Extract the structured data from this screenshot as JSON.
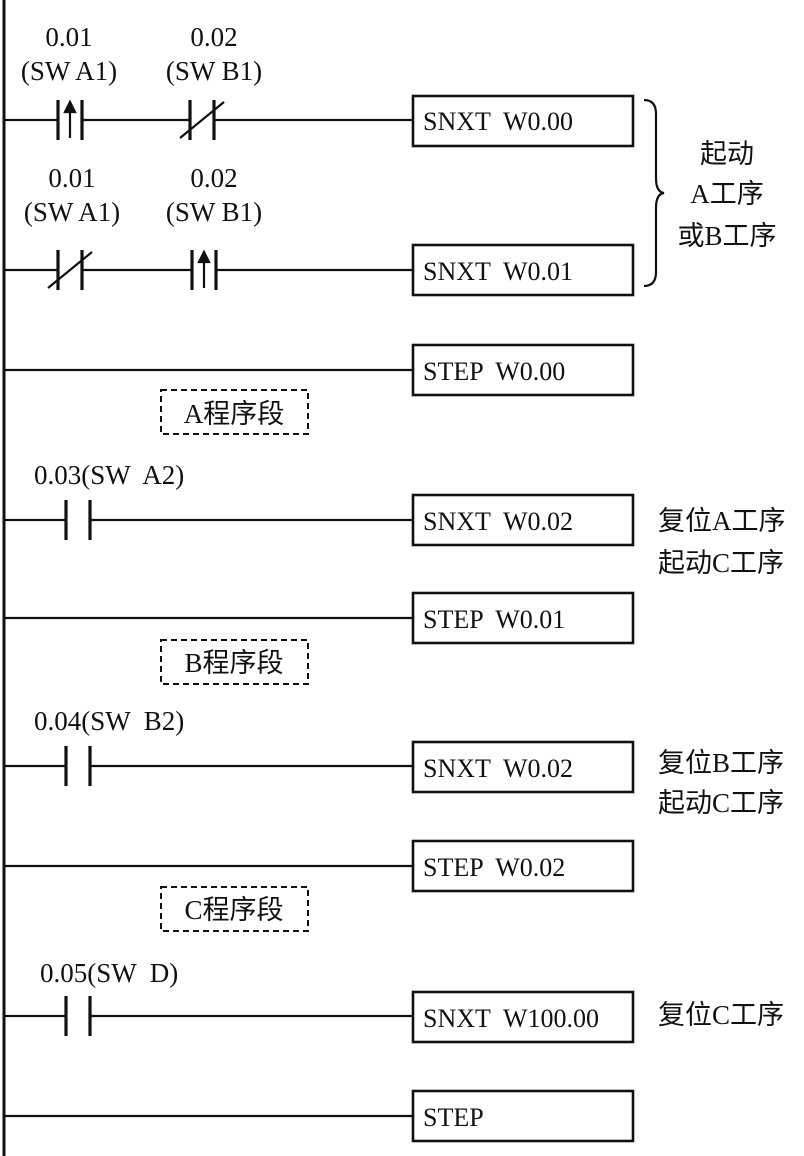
{
  "contacts": {
    "r1_c1_addr": "0.01",
    "r1_c1_name": "(SW A1)",
    "r1_c2_addr": "0.02",
    "r1_c2_name": "(SW B1)",
    "r2_c1_addr": "0.01",
    "r2_c1_name": "(SW A1)",
    "r2_c2_addr": "0.02",
    "r2_c2_name": "(SW B1)",
    "r4_label": "0.03(SW  A2)",
    "r6_label": "0.04(SW  B2)",
    "r8_label": "0.05(SW  D)"
  },
  "instructions": {
    "r1": "SNXT  W0.00",
    "r2": "SNXT  W0.01",
    "r3": "STEP  W0.00",
    "r4": "SNXT  W0.02",
    "r5": "STEP  W0.01",
    "r6": "SNXT  W0.02",
    "r7": "STEP  W0.02",
    "r8": "SNXT  W100.00",
    "r9": "STEP"
  },
  "sections": {
    "a": "A程序段",
    "b": "B程序段",
    "c": "C程序段"
  },
  "notes": {
    "start_l1": "起动",
    "start_l2": "A工序",
    "start_l3": "或B工序",
    "reset_a_l1": "复位A工序",
    "reset_a_l2": "起动C工序",
    "reset_b_l1": "复位B工序",
    "reset_b_l2": "起动C工序",
    "reset_c": "复位C工序"
  }
}
